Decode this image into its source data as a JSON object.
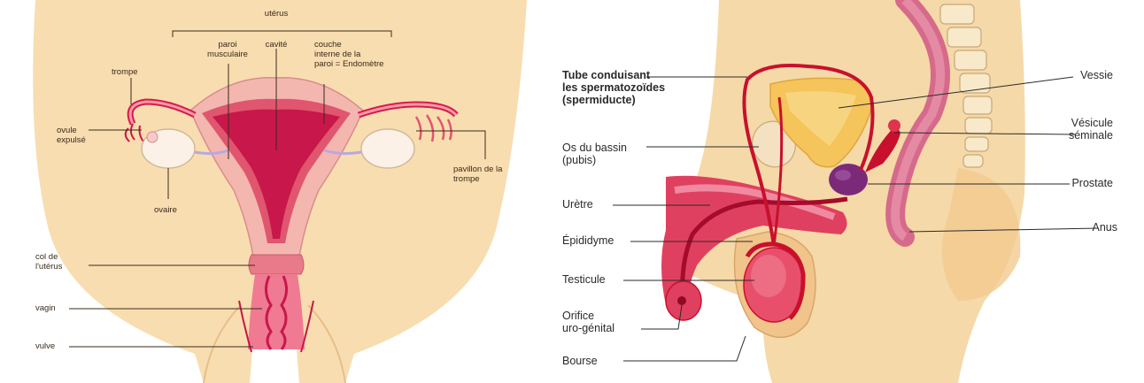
{
  "female": {
    "labels": {
      "uterus": "utérus",
      "paroi_musculaire": "paroi\nmusculaire",
      "cavite": "cavité",
      "couche_interne": "couche\ninterne de la\nparoi = Endomètre",
      "trompe": "trompe",
      "ovule_expulse": "ovule\nexpulsé",
      "ovaire": "ovaire",
      "pavillon": "pavillon de la\ntrompe",
      "col_uterus": "col de\nl'utérus",
      "vagin": "vagin",
      "vulve": "vulve"
    }
  },
  "male": {
    "labels": {
      "tube": "Tube conduisant\nles spermatozoïdes\n(spermiducte)",
      "os_bassin": "Os du bassin\n(pubis)",
      "uretre": "Urètre",
      "epididyme": "Épididyme",
      "testicule": "Testicule",
      "orifice": "Orifice\nuro-génital",
      "bourse": "Bourse",
      "vessie": "Vessie",
      "vesicule": "Vésicule\nséminale",
      "prostate": "Prostate",
      "anus": "Anus"
    }
  },
  "colors": {
    "skin_female": "#f8ddb0",
    "skin_male": "#f5d9a8",
    "uterus_pink": "#f0a3a8",
    "uterus_dark": "#c8174a",
    "bladder": "#f5c45a",
    "prostate": "#7b2a7a",
    "duct": "#c8102e"
  }
}
